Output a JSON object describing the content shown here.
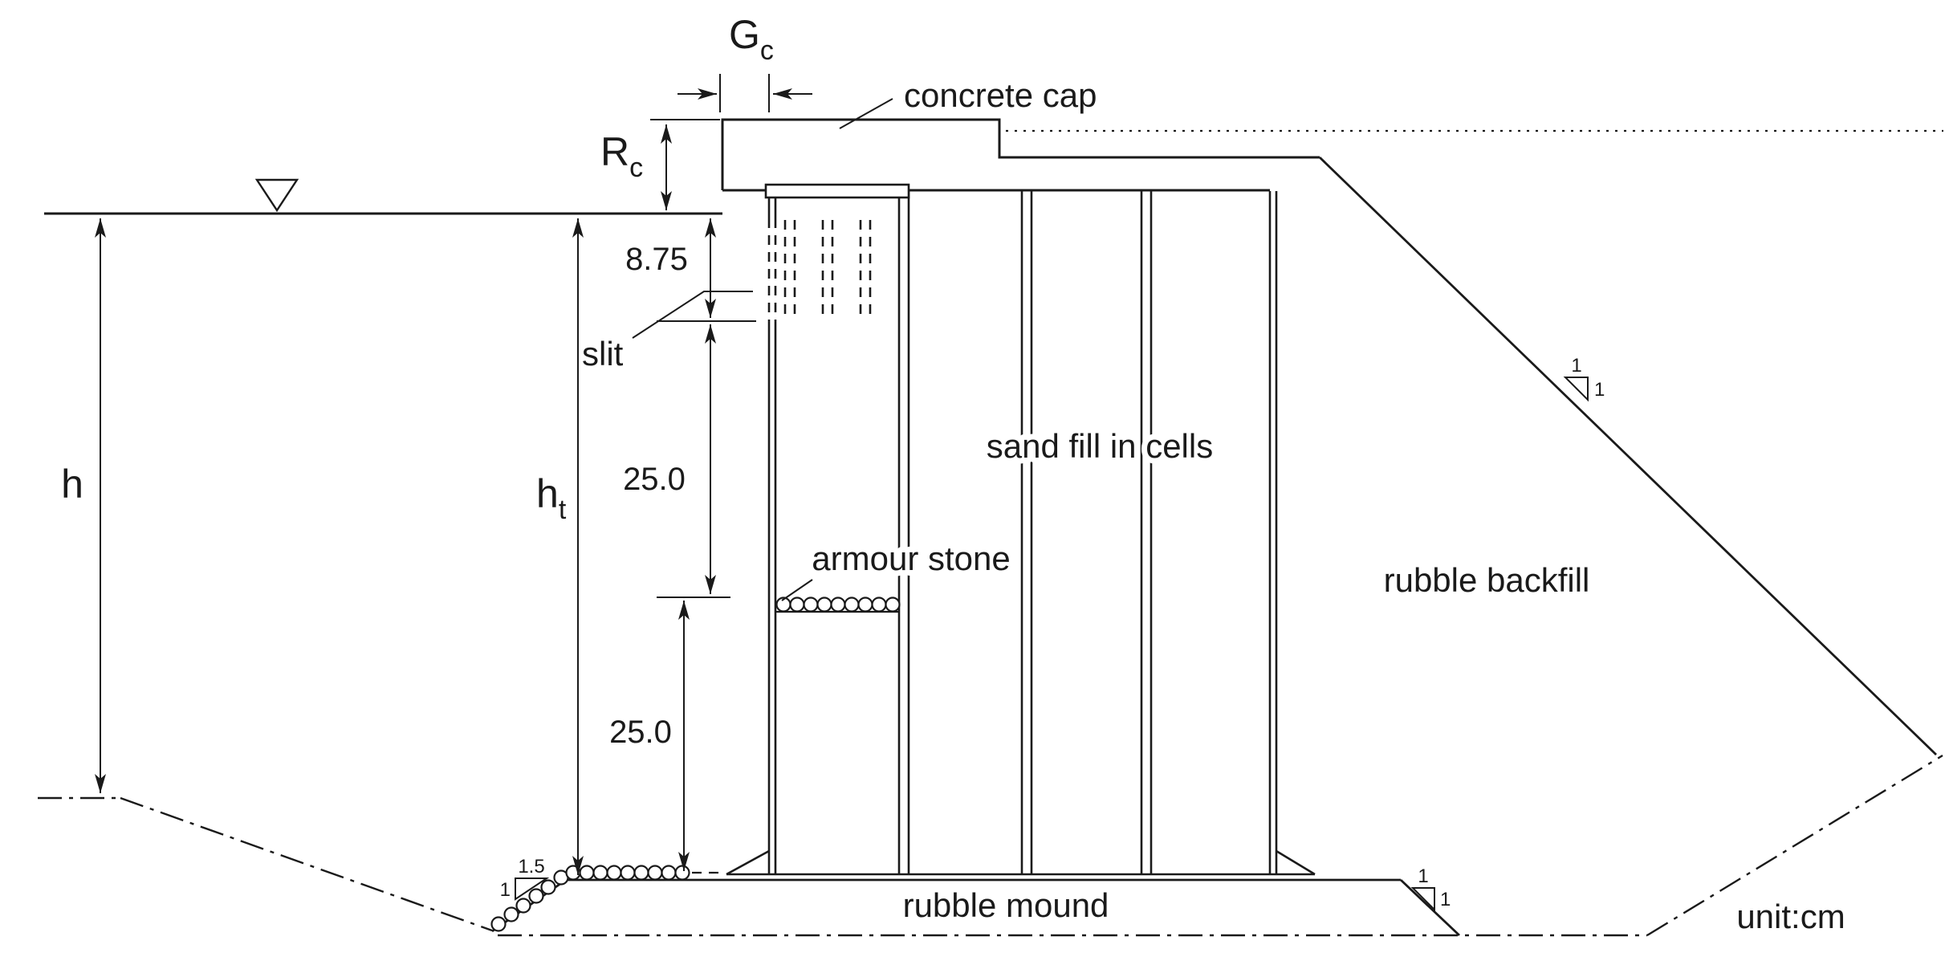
{
  "figure": {
    "type": "engineering-cross-section",
    "unit_note": "unit:cm",
    "labels": {
      "concrete_cap": "concrete cap",
      "slit": "slit",
      "sand_fill": "sand fill in cells",
      "armour_stone": "armour stone",
      "rubble_backfill": "rubble backfill",
      "rubble_mound": "rubble mound"
    },
    "dims": {
      "gc": {
        "sym": "G",
        "sub": "c"
      },
      "rc": {
        "sym": "R",
        "sub": "c"
      },
      "h": {
        "sym": "h"
      },
      "ht": {
        "sym": "h",
        "sub": "t"
      },
      "slit_height": "8.75",
      "mid_height": "25.0",
      "lower_height": "25.0"
    },
    "slopes": {
      "backfill": {
        "v": "1",
        "h": "1"
      },
      "mound_left": {
        "h": "1.5",
        "v": "1"
      },
      "mound_right": {
        "v": "1",
        "h": "1"
      }
    },
    "colors": {
      "line": "#1a1a1a",
      "background": "#ffffff"
    }
  }
}
